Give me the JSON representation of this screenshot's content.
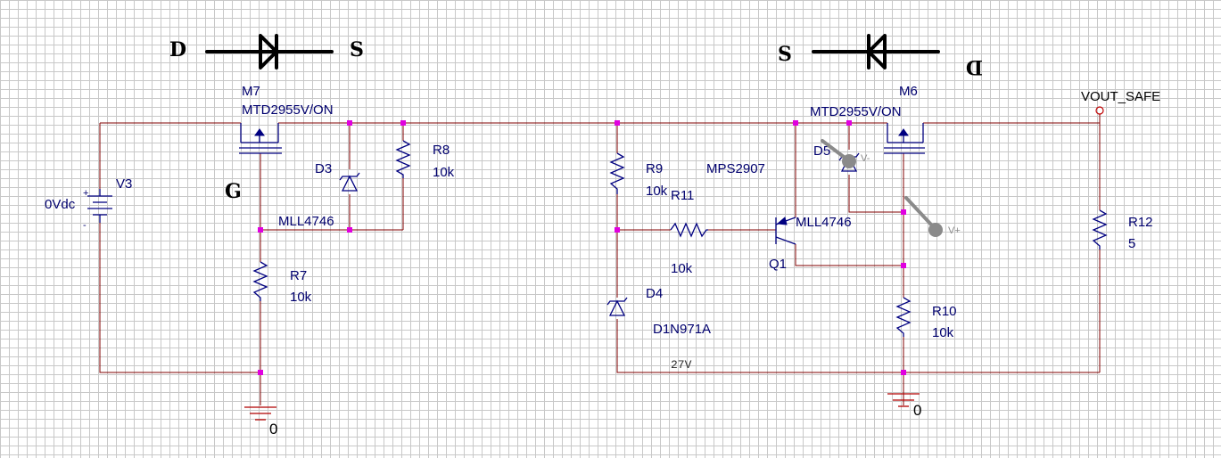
{
  "annotations": {
    "left_arrow_d": "D",
    "left_arrow_s": "S",
    "right_arrow_s": "S",
    "right_arrow_d": "D",
    "gate_label": "G"
  },
  "components": {
    "v3": {
      "ref": "V3",
      "value": "0Vdc"
    },
    "m7": {
      "ref": "M7",
      "model": "MTD2955V/ON"
    },
    "d3": {
      "ref": "D3",
      "model": "MLL4746"
    },
    "r8": {
      "ref": "R8",
      "value": "10k"
    },
    "r7": {
      "ref": "R7",
      "value": "10k"
    },
    "r9": {
      "ref": "R9",
      "value": "10k"
    },
    "r11": {
      "ref": "R11",
      "value": "10k"
    },
    "q1": {
      "ref": "Q1",
      "model": "MPS2907"
    },
    "d4": {
      "ref": "D4",
      "model": "D1N971A",
      "note": "27V"
    },
    "d5": {
      "ref": "D5",
      "model": "MLL4746"
    },
    "m6": {
      "ref": "M6",
      "model": "MTD2955V/ON"
    },
    "r10": {
      "ref": "R10",
      "value": "10k"
    },
    "r12": {
      "ref": "R12",
      "value": "5"
    }
  },
  "nets": {
    "vout": "VOUT_SAFE",
    "gnd_left": "0",
    "gnd_right": "0"
  },
  "probes": {
    "vminus": "V-",
    "vplus": "V+"
  }
}
